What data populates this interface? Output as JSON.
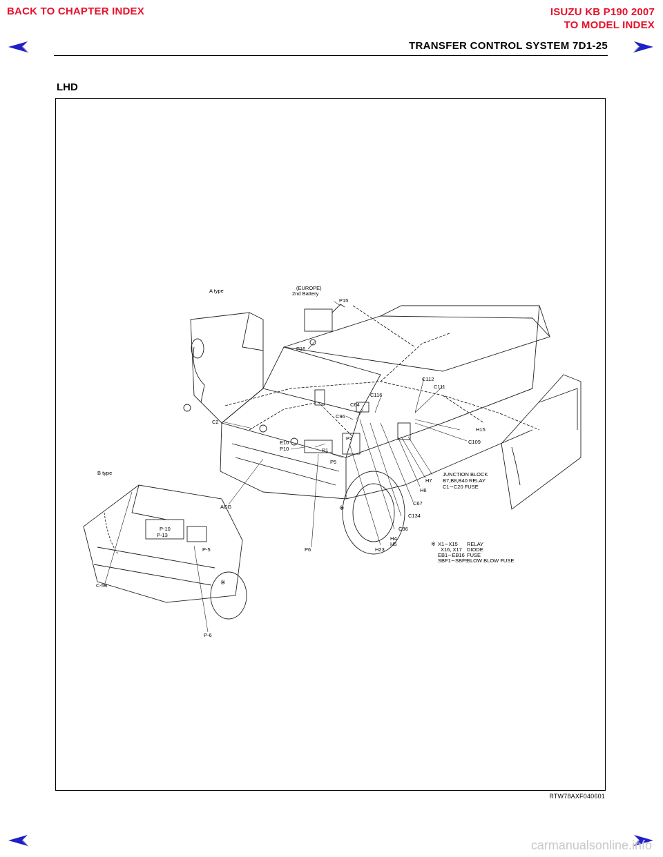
{
  "nav": {
    "back_to_chapter": "BACK TO CHAPTER INDEX",
    "model_line1": "ISUZU KB P190 2007",
    "model_line2": "TO MODEL INDEX",
    "prev_icon": "left-arrow-icon",
    "next_icon": "right-arrow-icon"
  },
  "header": {
    "title": "TRANSFER CONTROL SYSTEM  7D1-25"
  },
  "diagram": {
    "section_label": "LHD",
    "figure_code": "RTW78AXF040601",
    "a_type_label": "A type",
    "europe_label": "(EUROPE)",
    "second_battery_label": "2nd Battery",
    "b_type_label": "B type",
    "connectors_a": [
      "P15",
      "P16",
      "C112",
      "C111",
      "C116",
      "C64",
      "C96",
      "C2",
      "E10",
      "P10",
      "P2",
      "P1",
      "P5",
      "H15",
      "C109",
      "H7",
      "H6",
      "C67",
      "C134",
      "C36",
      "H4",
      "H5",
      "H23",
      "P6",
      "ACG"
    ],
    "connectors_b": [
      "P-10",
      "P-13",
      "P-5",
      "C-58",
      "P-6"
    ],
    "junction_block": [
      "JUNCTION BLOCK",
      "B7,B8,B40 RELAY",
      "C1∼C20 FUSE"
    ],
    "legend": {
      "mark": "※",
      "rows": [
        [
          "X1∼X15",
          "RELAY"
        ],
        [
          "X16, X17",
          "DIODE"
        ],
        [
          "EB1∼EB16",
          "FUSE"
        ],
        [
          "SBF1∼SBF9",
          "SLOW BLOW FUSE"
        ]
      ]
    }
  },
  "footer": {
    "watermark": "carmanualsonline.info"
  },
  "colors": {
    "link_red": "#e8102a",
    "arrow_blue": "#2020c8",
    "arrow_gray": "#8a8aa0"
  }
}
